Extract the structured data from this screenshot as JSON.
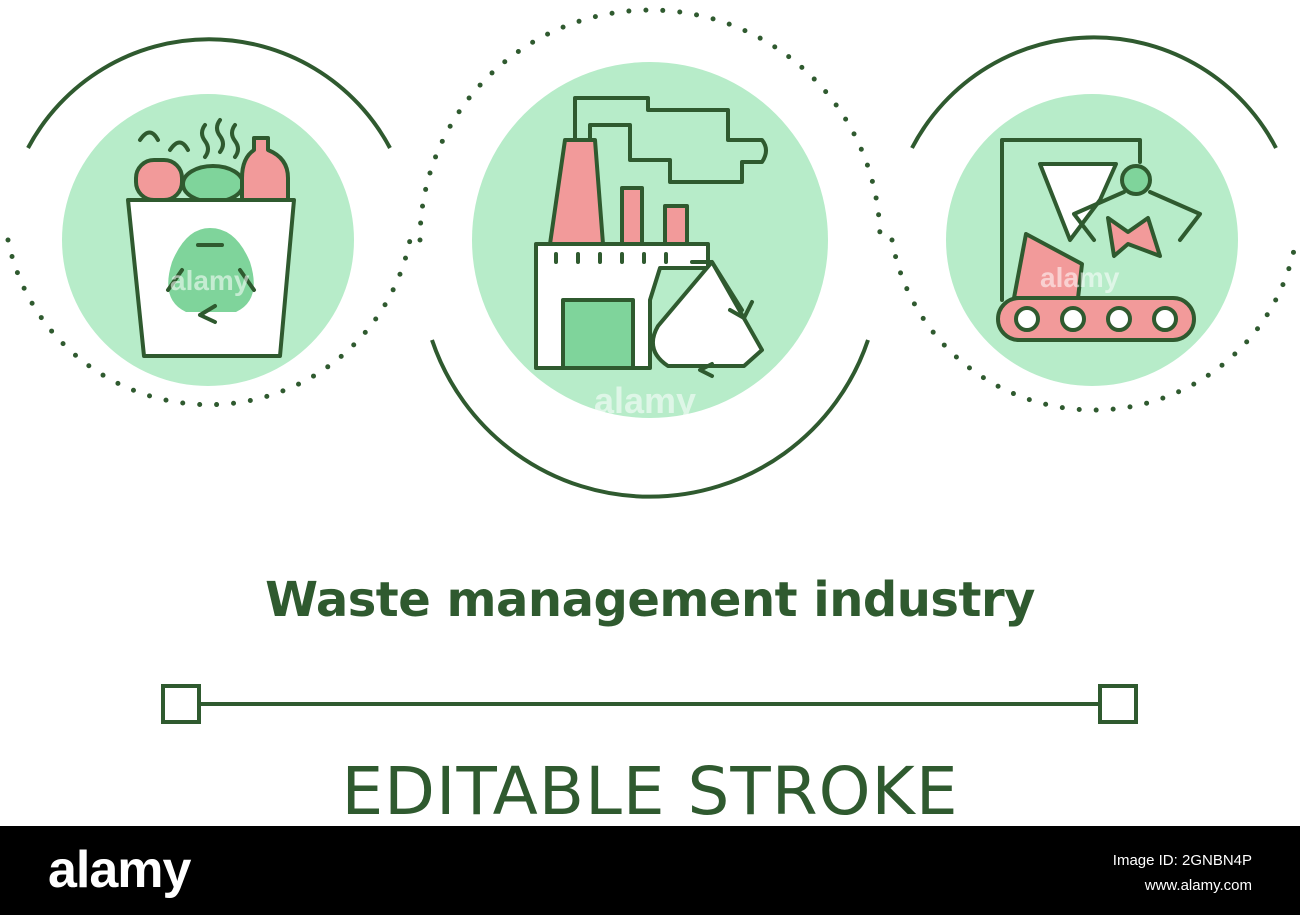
{
  "title": "Waste management industry",
  "caption": "EDITABLE STROKE",
  "footer": {
    "logo": "alamy",
    "image_id_label": "Image ID: 2GNBN4P",
    "site": "www.alamy.com"
  },
  "watermark": "alamy",
  "icons": [
    "garbage-bag-recycle-icon",
    "recycling-factory-icon",
    "sorting-conveyor-claw-icon"
  ],
  "colors": {
    "stroke": "#2f5a2f",
    "circle_fill": "#b7ecc9",
    "accent_green": "#7fd49b",
    "accent_pink": "#f29a9a"
  }
}
